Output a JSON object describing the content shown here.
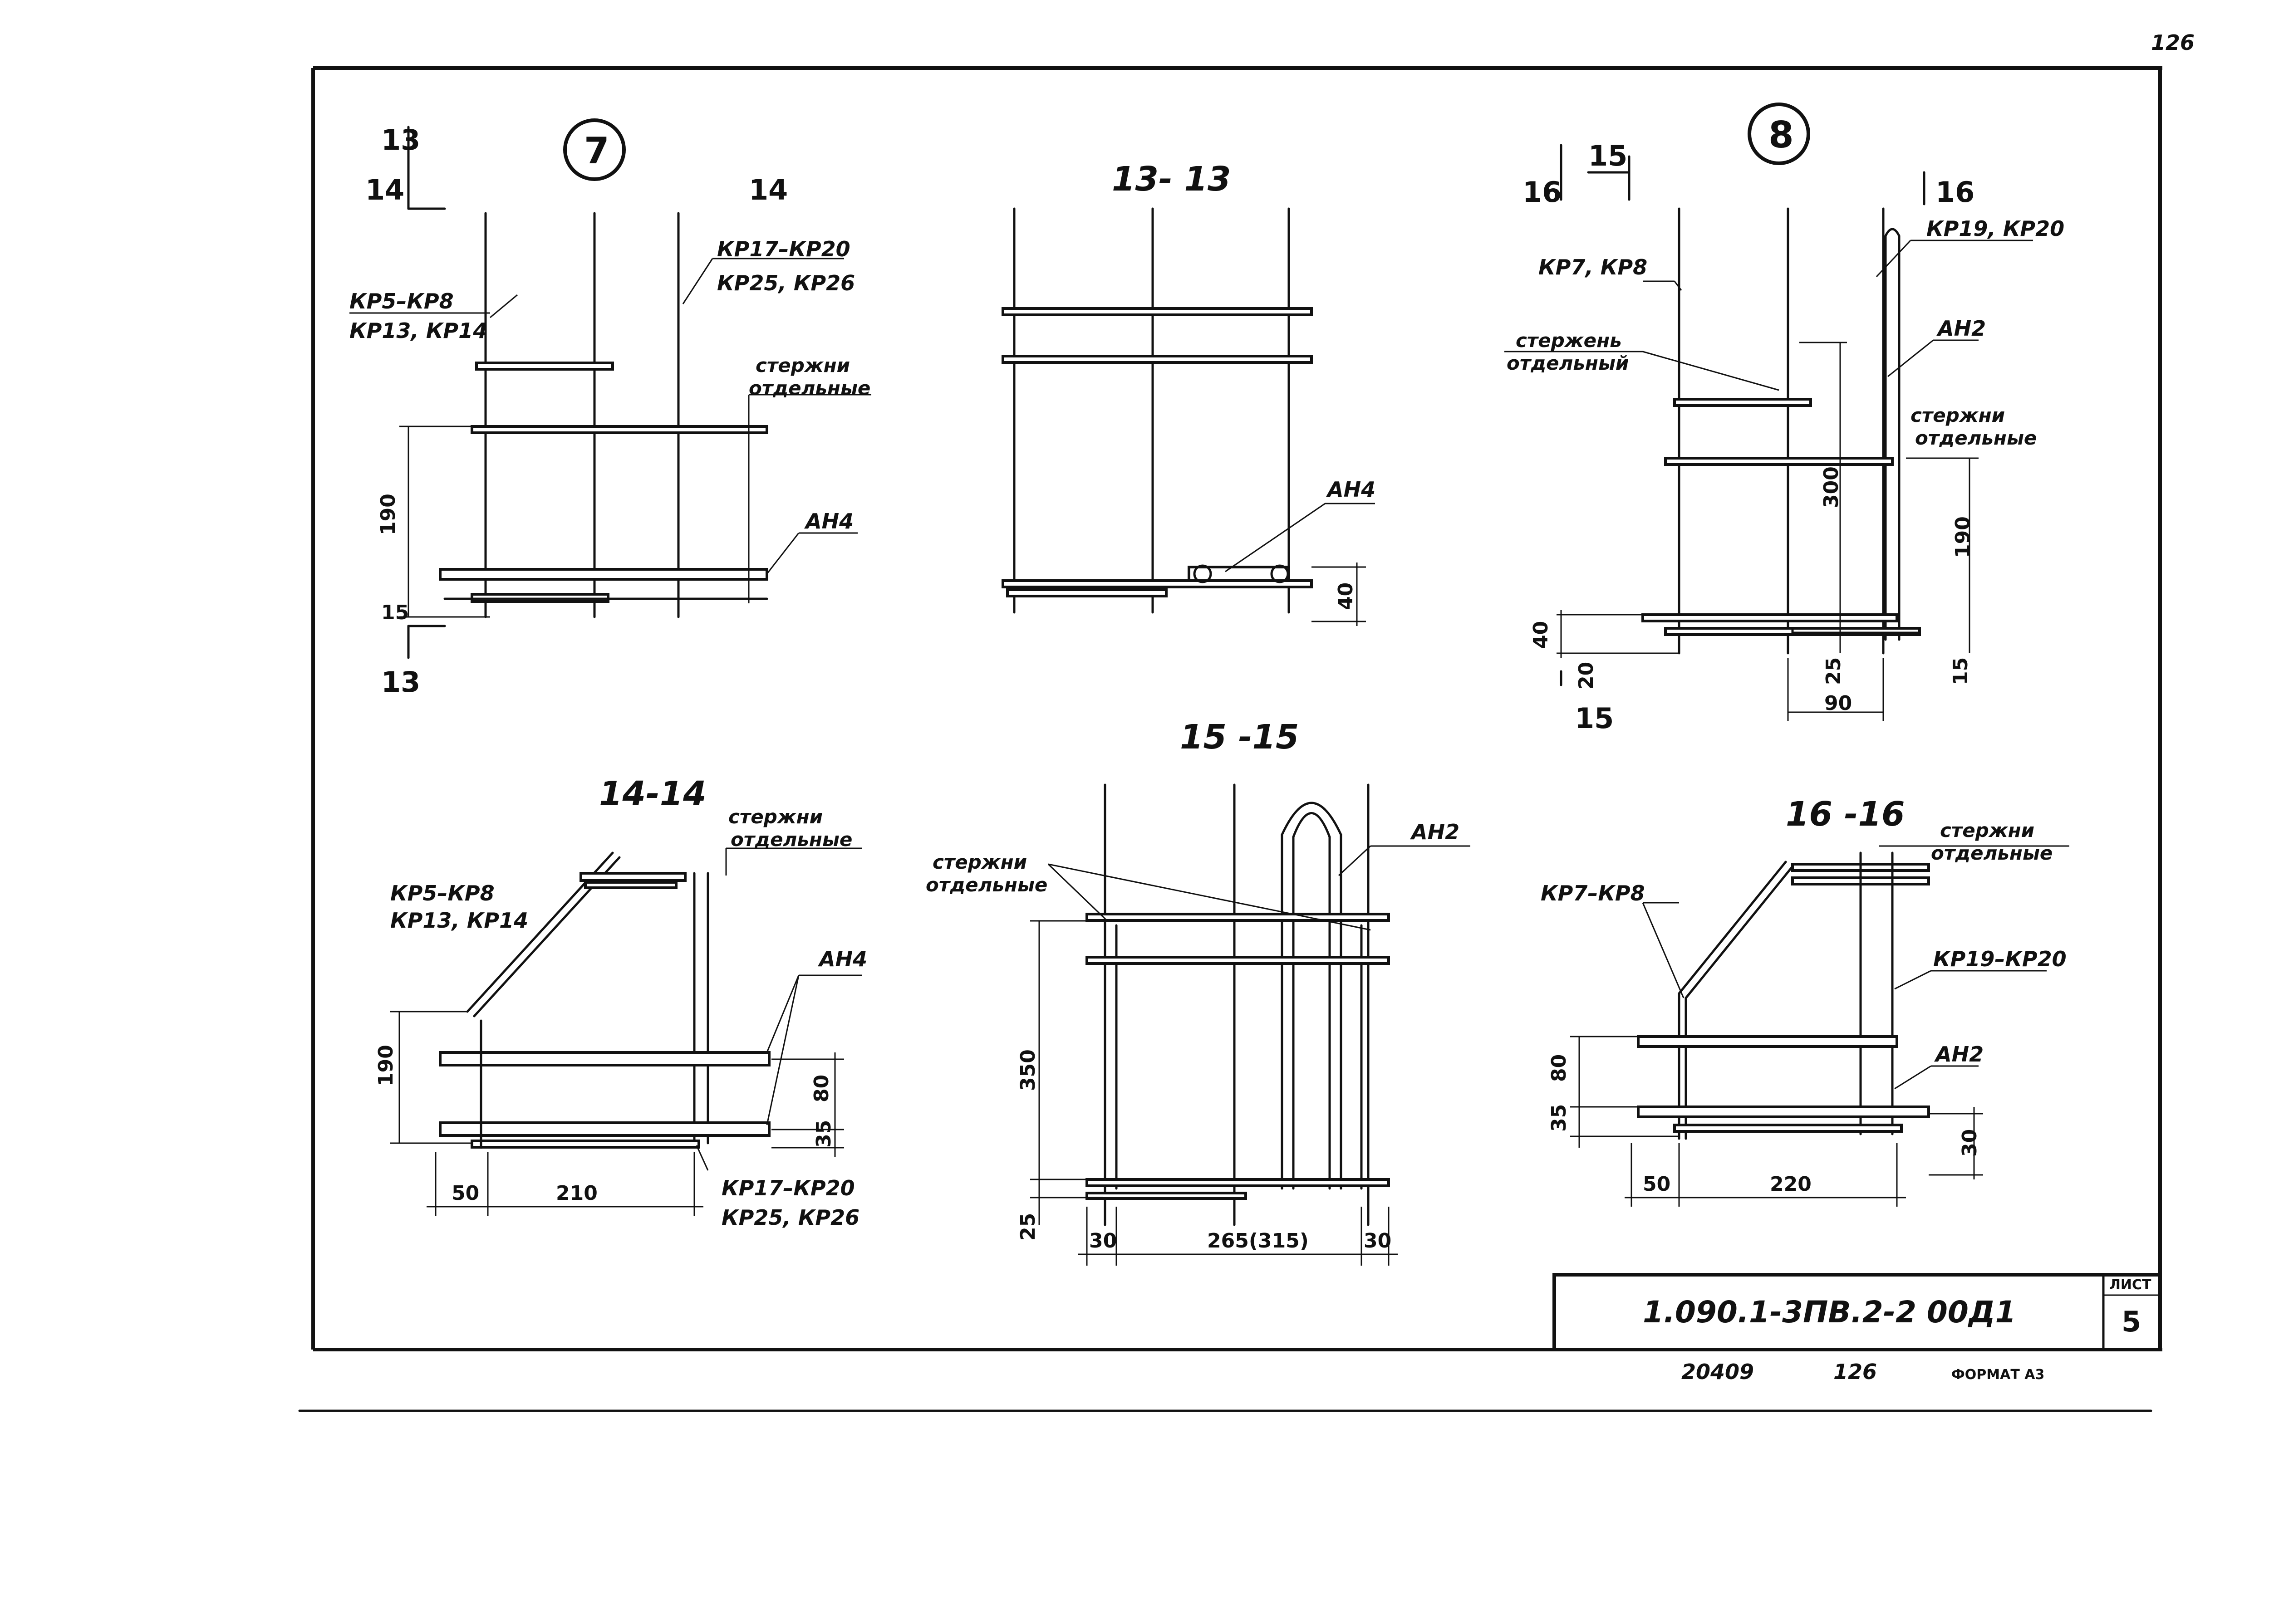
{
  "corner_number": "126",
  "stamp": {
    "code": "1.090.1-3ПВ.2-2  00Д1",
    "sheet_label": "ЛИСТ",
    "sheet_number": "5"
  },
  "footer": {
    "inventory": "20409",
    "page": "126",
    "format": "ФОРМАТ А3"
  },
  "node7": {
    "number": "7",
    "cut13_top": "13",
    "cut13_bottom": "13",
    "cut14_left": "14",
    "cut14_right": "14",
    "label_kp5_top": "КР5–КР8",
    "label_kp5_bottom": "КР13, КР14",
    "label_kp17_top": "КР17–КР20",
    "label_kp17_bottom": "КР25, КР26",
    "label_rods_1": "стержни",
    "label_rods_2": "отдельные",
    "label_ah4": "АН4",
    "dim_190": "190",
    "dim_15": "15"
  },
  "section13": {
    "title": "13- 13",
    "label_ah4": "АН4",
    "dim_40": "40"
  },
  "node8": {
    "number": "8",
    "cut15_top": "15",
    "cut15_bottom": "15",
    "cut16_left": "16",
    "cut16_right": "16",
    "label_kp7": "КР7, КР8",
    "label_kp19": "КР19, КР20",
    "label_rod_1": "стержень",
    "label_rod_2": "отдельный",
    "label_ah2": "АН2",
    "label_rods_1": "стержни",
    "label_rods_2": "отдельные",
    "dim_300": "300",
    "dim_190": "190",
    "dim_40": "40",
    "dim_20": "20",
    "dim_25": "25",
    "dim_90": "90",
    "dim_15": "15"
  },
  "section14": {
    "title": "14-14",
    "label_rods_1": "стержни",
    "label_rods_2": "отдельные",
    "label_kp5_top": "КР5–КР8",
    "label_kp5_bottom": "КР13, КР14",
    "label_ah4": "АН4",
    "label_kp17_top": "КР17–КР20",
    "label_kp17_bottom": "КР25, КР26",
    "dim_190": "190",
    "dim_80": "80",
    "dim_35": "35",
    "dim_50": "50",
    "dim_210": "210"
  },
  "section15": {
    "title": "15 -15",
    "label_rods_1": "стержни",
    "label_rods_2": "отдельные",
    "label_ah2": "АН2",
    "dim_350": "350",
    "dim_25": "25",
    "dim_30_left": "30",
    "dim_265": "265(315)",
    "dim_30_right": "30"
  },
  "section16": {
    "title": "16 -16",
    "label_rods_1": "стержни",
    "label_rods_2": "отдельные",
    "label_kp7": "КР7–КР8",
    "label_kp19": "КР19–КР20",
    "label_ah2": "АН2",
    "dim_80": "80",
    "dim_35": "35",
    "dim_30": "30",
    "dim_50": "50",
    "dim_220": "220"
  }
}
